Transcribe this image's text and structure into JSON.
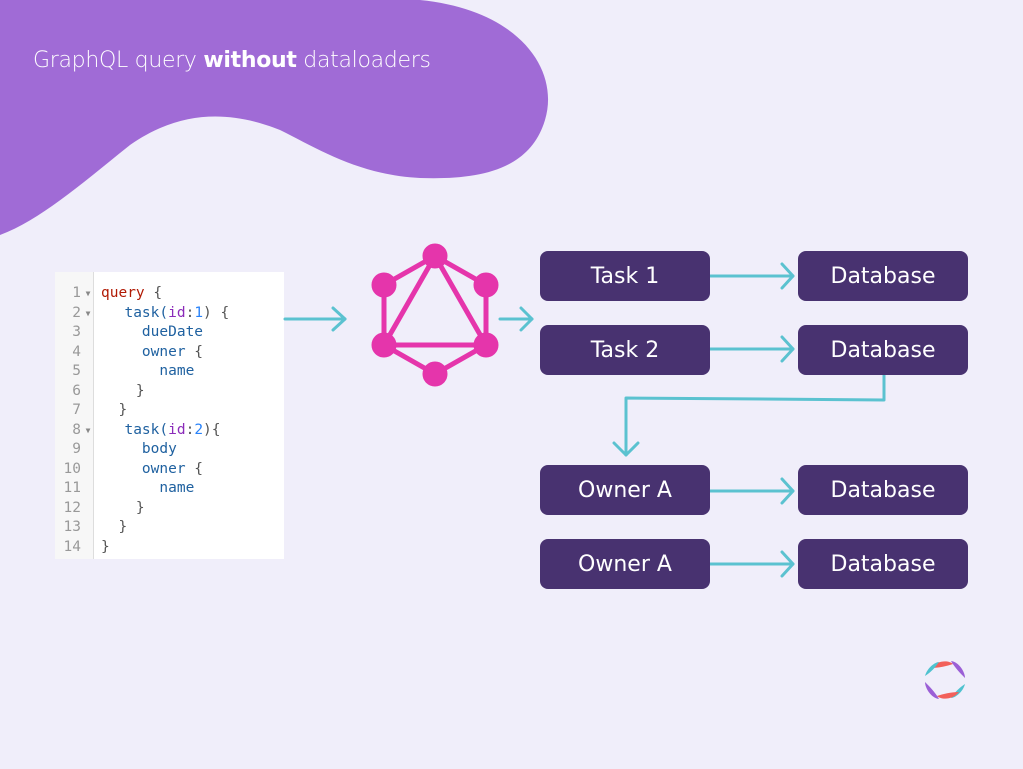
{
  "title": {
    "prefix": "GraphQL query ",
    "emphasis": "without",
    "suffix": " dataloaders"
  },
  "colors": {
    "background": "#f0eefa",
    "blob": "#a06bd6",
    "box": "#483270",
    "arrow": "#5bc2d0",
    "graphql_logo": "#e535ab"
  },
  "code": {
    "lines": [
      {
        "n": "1",
        "fold": true,
        "text": [
          {
            "t": "query",
            "c": "kw"
          },
          {
            "t": " {",
            "c": "punc"
          }
        ]
      },
      {
        "n": "2",
        "fold": true,
        "text": [
          {
            "t": "  task(",
            "c": "src"
          },
          {
            "t": "id",
            "c": "attr"
          },
          {
            "t": ":",
            "c": "punc"
          },
          {
            "t": "1",
            "c": "num"
          },
          {
            "t": ") {",
            "c": "punc"
          }
        ]
      },
      {
        "n": "3",
        "fold": false,
        "text": [
          {
            "t": "    dueDate",
            "c": "src"
          }
        ]
      },
      {
        "n": "4",
        "fold": false,
        "text": [
          {
            "t": "    owner",
            "c": "src"
          },
          {
            "t": " {",
            "c": "punc"
          }
        ]
      },
      {
        "n": "5",
        "fold": false,
        "text": [
          {
            "t": "      name",
            "c": "src"
          }
        ]
      },
      {
        "n": "6",
        "fold": false,
        "text": [
          {
            "t": "    }",
            "c": "punc"
          }
        ]
      },
      {
        "n": "7",
        "fold": false,
        "text": [
          {
            "t": "  }",
            "c": "punc"
          }
        ]
      },
      {
        "n": "8",
        "fold": true,
        "text": [
          {
            "t": "  task(",
            "c": "src"
          },
          {
            "t": "id",
            "c": "attr"
          },
          {
            "t": ":",
            "c": "punc"
          },
          {
            "t": "2",
            "c": "num"
          },
          {
            "t": "){",
            "c": "punc"
          }
        ]
      },
      {
        "n": "9",
        "fold": false,
        "text": [
          {
            "t": "    body",
            "c": "src"
          }
        ]
      },
      {
        "n": "10",
        "fold": false,
        "text": [
          {
            "t": "    owner",
            "c": "src"
          },
          {
            "t": " {",
            "c": "punc"
          }
        ]
      },
      {
        "n": "11",
        "fold": false,
        "text": [
          {
            "t": "      name",
            "c": "src"
          }
        ]
      },
      {
        "n": "12",
        "fold": false,
        "text": [
          {
            "t": "    }",
            "c": "punc"
          }
        ]
      },
      {
        "n": "13",
        "fold": false,
        "text": [
          {
            "t": "  }",
            "c": "punc"
          }
        ]
      },
      {
        "n": "14",
        "fold": false,
        "text": [
          {
            "t": "}",
            "c": "punc"
          }
        ]
      }
    ]
  },
  "nodes": {
    "task1": "Task 1",
    "task2": "Task 2",
    "owner1": "Owner A",
    "owner2": "Owner A",
    "db1": "Database",
    "db2": "Database",
    "db3": "Database",
    "db4": "Database"
  },
  "icons": {
    "graphql": "graphql-logo-icon",
    "brand": "brand-logo-icon"
  }
}
